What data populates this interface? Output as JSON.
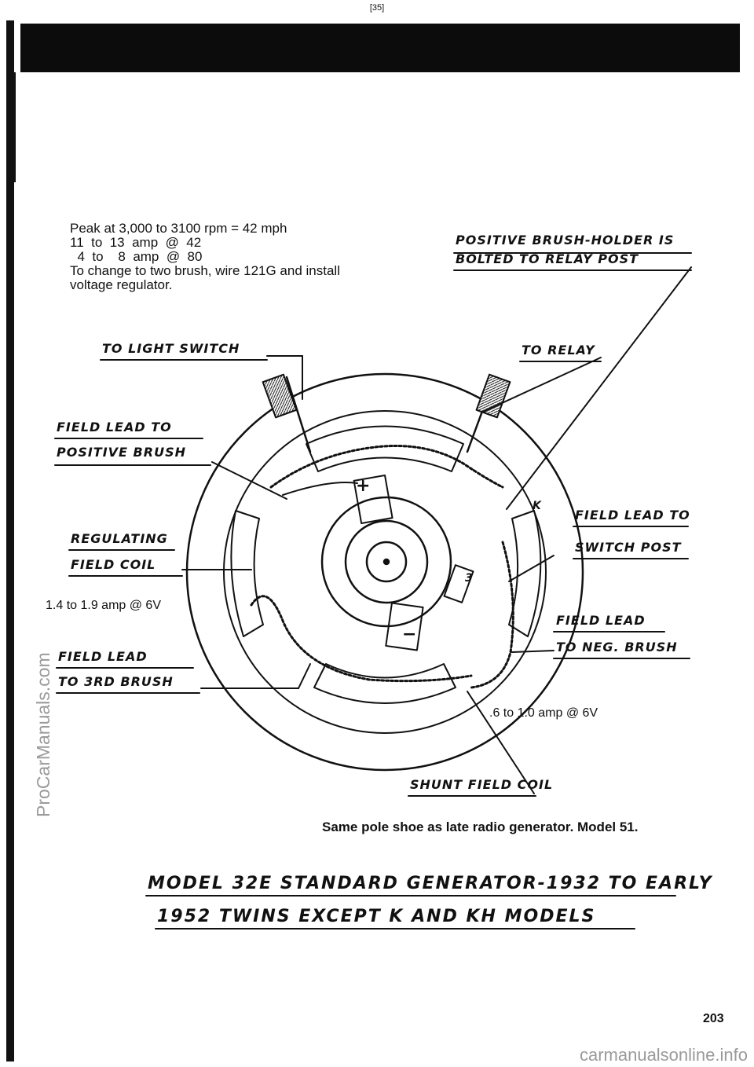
{
  "page": {
    "header_page_number": "[35]",
    "page_number": "203",
    "watermark_side": "ProCarManuals.com",
    "watermark_bottom": "carmanualsonline.info"
  },
  "notes": [
    "Peak at 3,000 to 3100 rpm = 42 mph",
    "11  to  13  amp  @  42",
    "  4  to    8  amp  @  80",
    "To change to two brush, wire 121G and install",
    "voltage regulator."
  ],
  "labels": {
    "positive_brush_holder_line1": "POSITIVE BRUSH-HOLDER IS",
    "positive_brush_holder_line2": "BOLTED TO RELAY POST",
    "to_light_switch": "TO LIGHT SWITCH",
    "to_relay": "TO RELAY",
    "field_lead_positive_line1": "FIELD LEAD TO",
    "field_lead_positive_line2": "POSITIVE BRUSH",
    "regulating_field_coil_line1": "REGULATING",
    "regulating_field_coil_line2": "FIELD COIL",
    "regulating_amp": "1.4  to  1.9  amp  @  6V",
    "field_lead_3rd_line1": "FIELD LEAD",
    "field_lead_3rd_line2": "TO 3RD BRUSH",
    "field_lead_switch_line1": "FIELD LEAD TO",
    "field_lead_switch_line2": "SWITCH POST",
    "field_lead_neg_line1": "FIELD LEAD",
    "field_lead_neg_line2": "TO NEG. BRUSH",
    "shunt_amp": ".6  to  1.0  amp  @  6V",
    "shunt_field_coil": "SHUNT FIELD COIL",
    "brush_letter_k": "K",
    "brush_number_3": "3",
    "plus_sign": "+",
    "minus_sign": "−"
  },
  "caption": "Same pole shoe as late radio generator. Model 51.",
  "title": {
    "line1": "MODEL 32E STANDARD GENERATOR-1932 TO EARLY",
    "line2": "1952 TWINS EXCEPT K AND KH MODELS"
  }
}
